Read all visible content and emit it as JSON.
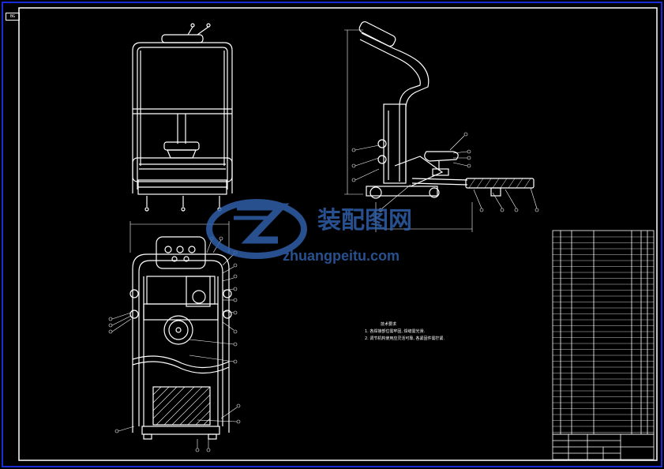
{
  "corner_tag": "BG",
  "watermark": {
    "cn": "装配图网",
    "en": "zhuangpeitu.com"
  },
  "tech_notes": {
    "title": "技术要求",
    "lines": [
      "1. 各焊接部位需牢固, 焊缝需光滑.",
      "2. 调节机构使用应灵活可靠, 各紧固件需拧紧."
    ]
  },
  "colors": {
    "line": "#ffffff",
    "frame_blue": "#1a2bd8",
    "watermark": "#2f5fa8"
  },
  "icons": [
    "watermark-logo-icon"
  ]
}
